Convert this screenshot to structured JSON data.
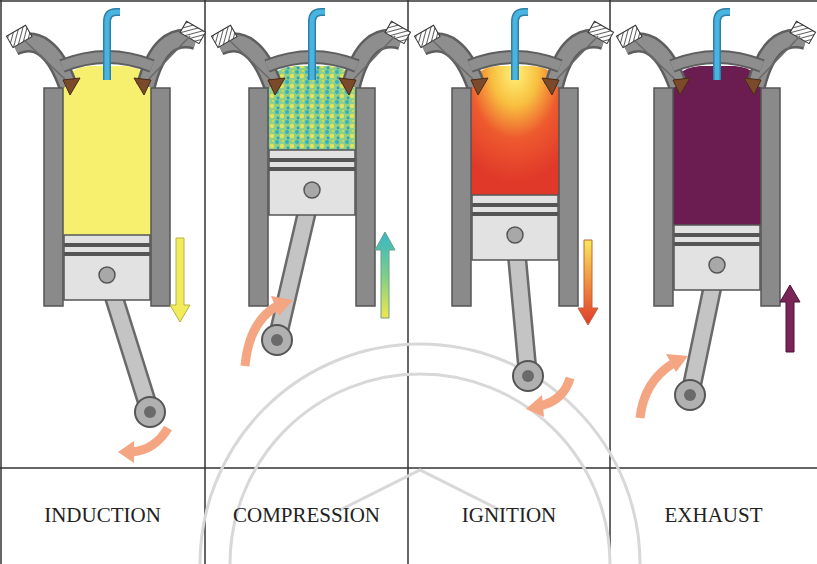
{
  "diagram": {
    "labels": [
      "INDUCTION",
      "COMPRESSION",
      "IGNITION",
      "EXHAUST"
    ]
  }
}
